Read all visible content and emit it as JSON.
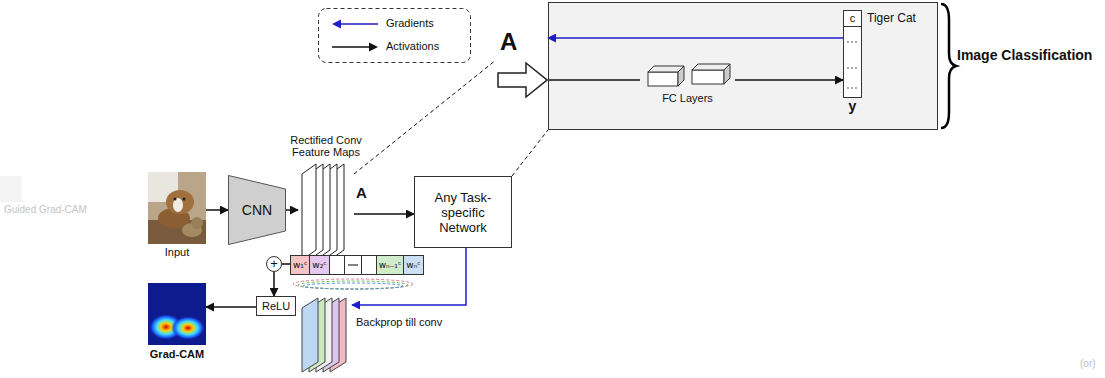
{
  "diagram": {
    "nodes": [
      {
        "text": [
          "Image Classification"
        ]
      },
      {
        "text": [
          "A"
        ]
      },
      {
        "text": [
          "FC Layers"
        ],
        "in": 0
      },
      {
        "text": [
          "c",
          "Tiger Cat",
          "y"
        ],
        "in": 0
      },
      {
        "text": [
          "Input"
        ]
      },
      {
        "text": [
          "CNN"
        ]
      },
      {
        "text": [
          "Rectified Conv Feature Maps",
          "A"
        ]
      },
      {
        "text": [
          "Any Task-specific Network"
        ]
      },
      {
        "text": [
          "+"
        ]
      },
      {
        "text": [
          "w₁ᶜ",
          "w₂ᶜ",
          "wₙ₋₁ᶜ",
          "wₙᶜ"
        ]
      },
      {
        "text": [
          "ReLU"
        ]
      },
      {
        "text": [
          "Grad-CAM"
        ]
      },
      {
        "text": [
          "Backprop till conv"
        ]
      }
    ],
    "edges": [
      {
        "from": 1,
        "to": 2,
        "arrow": "none"
      },
      {
        "from": 2,
        "to": 3,
        "arrow": "to"
      },
      {
        "from": 3,
        "to": 1,
        "arrow": "to"
      },
      {
        "from": 4,
        "to": 5,
        "arrow": "to"
      },
      {
        "from": 5,
        "to": 6,
        "arrow": "to"
      },
      {
        "from": 6,
        "to": 7,
        "arrow": "to"
      },
      {
        "from": 7,
        "to": 12,
        "arrow": "to"
      },
      {
        "from": 9,
        "to": 8,
        "arrow": "none"
      },
      {
        "from": 8,
        "to": 10,
        "arrow": "to"
      },
      {
        "from": 10,
        "to": 11,
        "arrow": "to"
      },
      {
        "from": 6,
        "to": 1,
        "arrow": "none"
      },
      {
        "from": 7,
        "to": 0,
        "arrow": "none"
      }
    ],
    "labels": [
      "Guided Grad-CAM",
      "(or)"
    ],
    "legend": [
      {
        "text": "Gradients"
      },
      {
        "text": "Activations"
      }
    ]
  }
}
